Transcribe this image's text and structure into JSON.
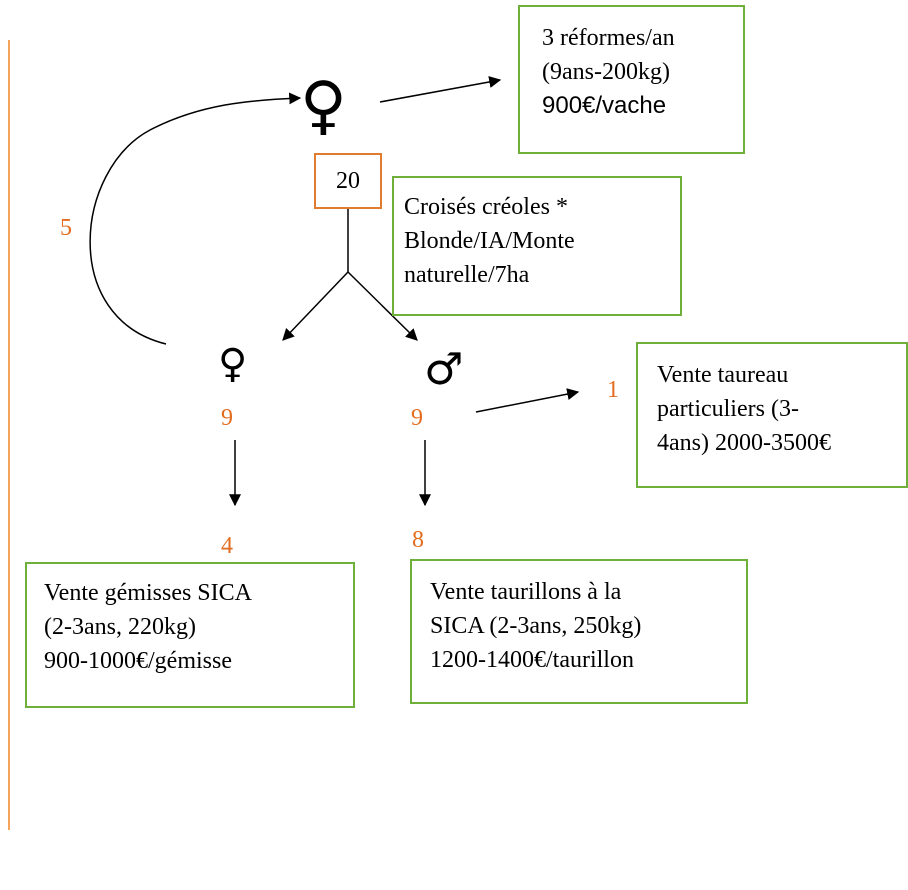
{
  "herd": {
    "female_symbol": "♀",
    "count": "20"
  },
  "reform_box": {
    "lines": [
      "3 réformes/an",
      "(9ans-200kg)",
      "900€/vache"
    ]
  },
  "breed_box": {
    "lines": [
      "Croisés créoles *",
      "Blonde/IA/Monte",
      "naturelle/7ha"
    ]
  },
  "female_branch": {
    "symbol": "♀",
    "count": "9",
    "sold_count": "4",
    "returned_count": "5"
  },
  "male_branch": {
    "symbol": "♂",
    "count": "9",
    "sold_count": "8",
    "bull_count": "1"
  },
  "bull_box": {
    "lines": [
      "Vente taureau",
      "particuliers (3-",
      "4ans) 2000-3500€"
    ]
  },
  "heifer_box": {
    "lines": [
      "Vente gémisses SICA",
      "(2-3ans, 220kg)",
      "900-1000€/gémisse"
    ]
  },
  "bullock_box": {
    "lines": [
      "Vente taurillons à la",
      "SICA (2-3ans, 250kg)",
      "1200-1400€/taurillon"
    ]
  },
  "colors": {
    "box_border": "#6fb03b",
    "count_text": "#e36c1f",
    "herd_border": "#e07c2f",
    "margin_line": "#f4a45c"
  }
}
